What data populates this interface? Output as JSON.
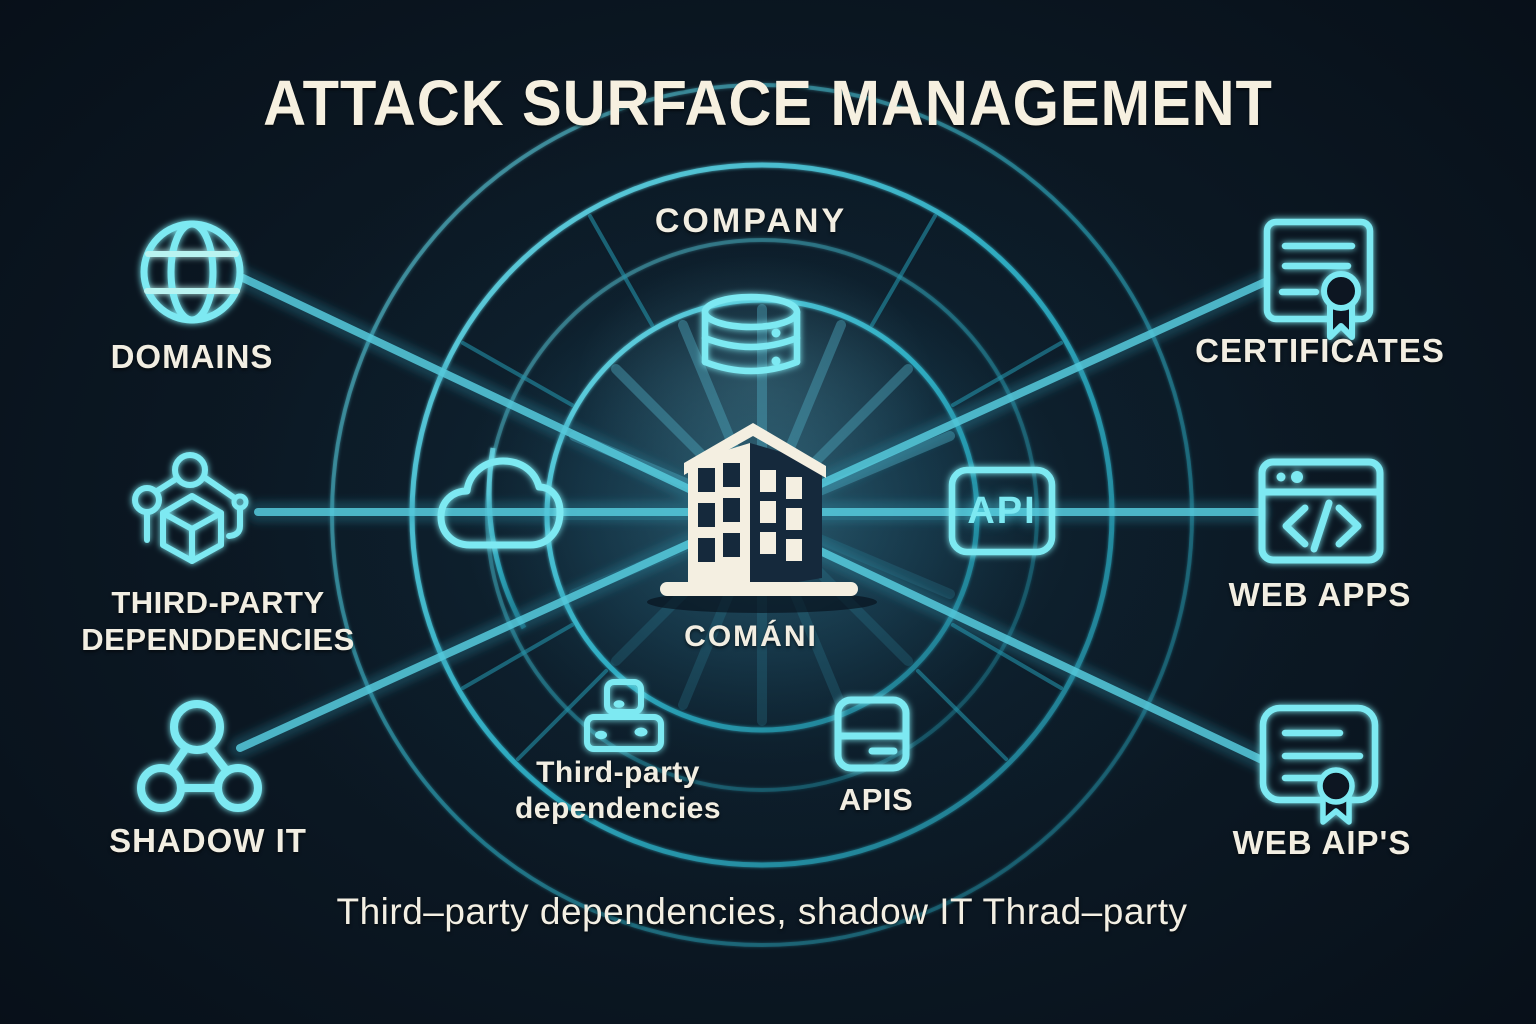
{
  "title": "ATTACK SURFACE MANAGEMENT",
  "center": {
    "top_label": "COMPANY",
    "building_label": "COMÁNI",
    "api_badge_label": "API"
  },
  "nodes": {
    "domains": {
      "label": "DOMAINS",
      "icon": "globe-icon"
    },
    "third_party": {
      "line1": "THIRD-PARTY",
      "line2": "DEPENDDENCIES",
      "icon": "dependency-cube-icon"
    },
    "shadow_it": {
      "label": "SHADOW IT",
      "icon": "network-nodes-icon"
    },
    "certificates": {
      "label": "CERTIFICATES",
      "icon": "certificate-icon"
    },
    "web_apps": {
      "label": "WEB APPS",
      "icon": "browser-code-icon"
    },
    "web_apis": {
      "label": "WEB AIP'S",
      "icon": "certificate-ribbon-icon"
    },
    "inner_third_party": {
      "line1": "Third-party",
      "line2": "dependencies",
      "icon": "device-stack-icon"
    },
    "apis": {
      "label": "APIS",
      "icon": "server-icon"
    },
    "company_db": {
      "icon": "database-icon"
    },
    "company_cloud": {
      "icon": "cloud-icon"
    }
  },
  "caption": "Third–party dependencies, shadow IT Thrad–party",
  "colors": {
    "accent_cyan": "#7de9f2",
    "ring_teal": "#2eb6cb",
    "text_cream": "#f4efe2",
    "background": "#0a1722"
  }
}
